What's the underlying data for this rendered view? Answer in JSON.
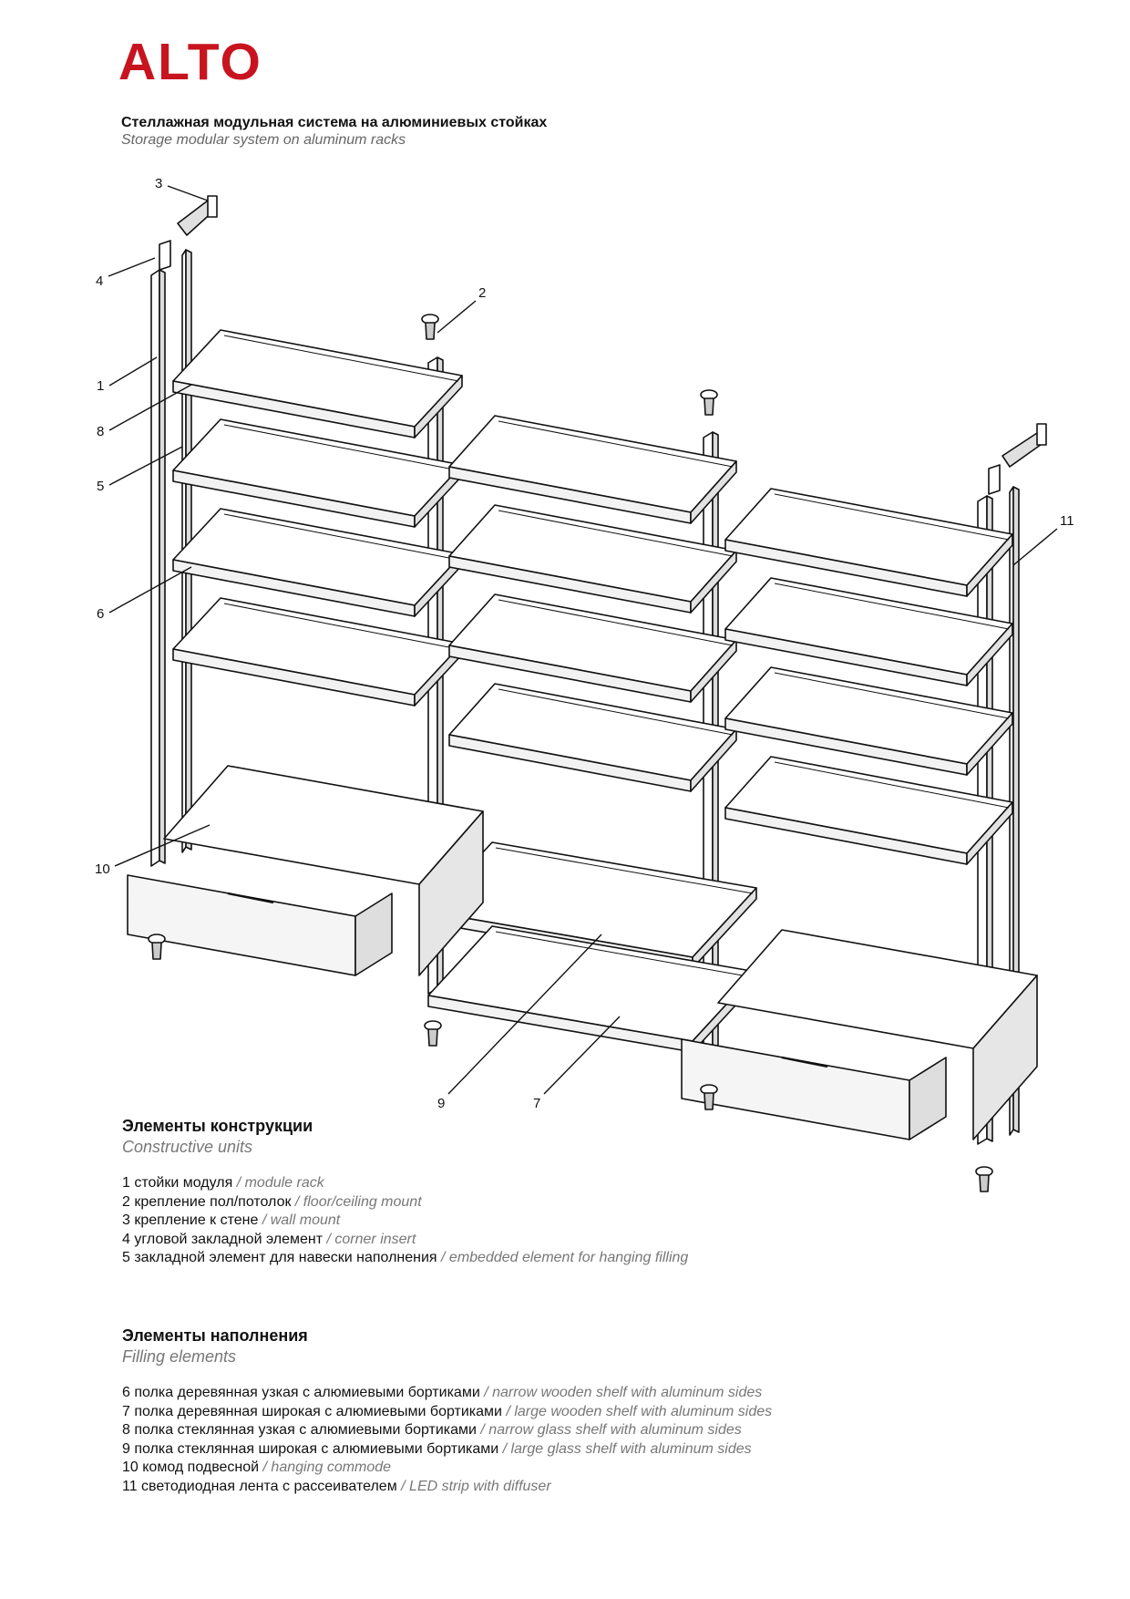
{
  "header": {
    "logo": "ALTO",
    "subtitle_ru": "Стеллажная модульная система на алюминиевых стойках",
    "subtitle_en": "Storage modular system on aluminum racks"
  },
  "colors": {
    "accent": "#c8141e",
    "text": "#111111",
    "muted": "#777777"
  },
  "diagram": {
    "callouts": [
      "3",
      "4",
      "2",
      "1",
      "8",
      "5",
      "6",
      "10",
      "9",
      "7",
      "11"
    ]
  },
  "constructive": {
    "title": "Элементы конструкции",
    "subtitle": "Constructive units",
    "items": [
      {
        "ru": "1  стойки модуля",
        "en": " / module rack"
      },
      {
        "ru": "2  крепление пол/потолок",
        "en": " / floor/ceiling mount"
      },
      {
        "ru": "3  крепление к стене",
        "en": " / wall mount"
      },
      {
        "ru": "4  угловой закладной элемент",
        "en": " / corner insert"
      },
      {
        "ru": "5  закладной элемент для навески наполнения",
        "en": "  / embedded element for hanging filling"
      }
    ]
  },
  "filling": {
    "title": "Элементы наполнения",
    "subtitle": "Filling elements",
    "items": [
      {
        "ru": "6  полка деревянная узкая с алюмиевыми бортиками",
        "en": " / narrow wooden shelf with aluminum sides"
      },
      {
        "ru": "7  полка деревянная широкая с алюмиевыми бортиками",
        "en": " / large wooden shelf with aluminum sides"
      },
      {
        "ru": "8  полка стеклянная узкая с алюмиевыми бортиками",
        "en": " / narrow glass shelf with aluminum sides"
      },
      {
        "ru": "9  полка стеклянная широкая с алюмиевыми бортиками",
        "en": " / large glass shelf with aluminum sides"
      },
      {
        "ru": "10  комод подвесной",
        "en": " / hanging commode"
      },
      {
        "ru": "11  светодиодная лента с рассеивателем",
        "en": " / LED strip with diffuser"
      }
    ]
  }
}
